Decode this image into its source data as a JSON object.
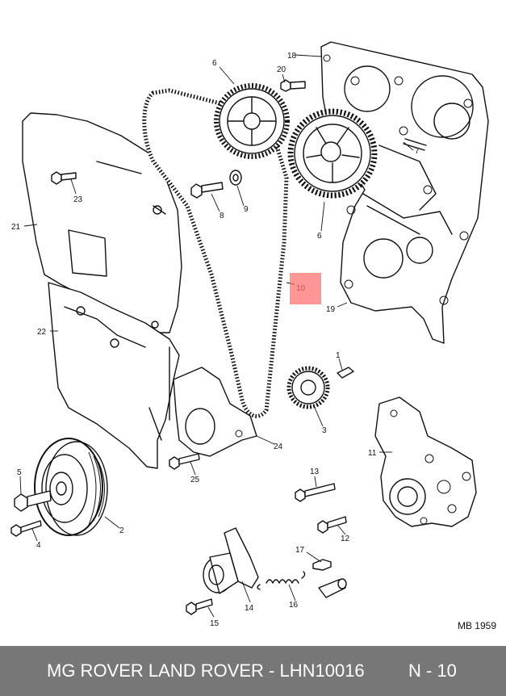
{
  "diagram": {
    "reference_code": "MB 1959",
    "highlight_color": "#ff6e6e",
    "parts": {
      "p1": "1",
      "p2": "2",
      "p3": "3",
      "p4": "4",
      "p5": "5",
      "p6a": "6",
      "p6b": "6",
      "p7": "7",
      "p8": "8",
      "p9": "9",
      "p10": "10",
      "p11": "11",
      "p12": "12",
      "p13": "13",
      "p14": "14",
      "p15": "15",
      "p16": "16",
      "p17": "17",
      "p18": "18",
      "p19": "19",
      "p20": "20",
      "p21": "21",
      "p22": "22",
      "p23": "23",
      "p24": "24",
      "p25": "25"
    }
  },
  "footer": {
    "brand_part": "MG ROVER LAND ROVER - LHN10016",
    "page": "N - 10",
    "background": "#777777"
  }
}
